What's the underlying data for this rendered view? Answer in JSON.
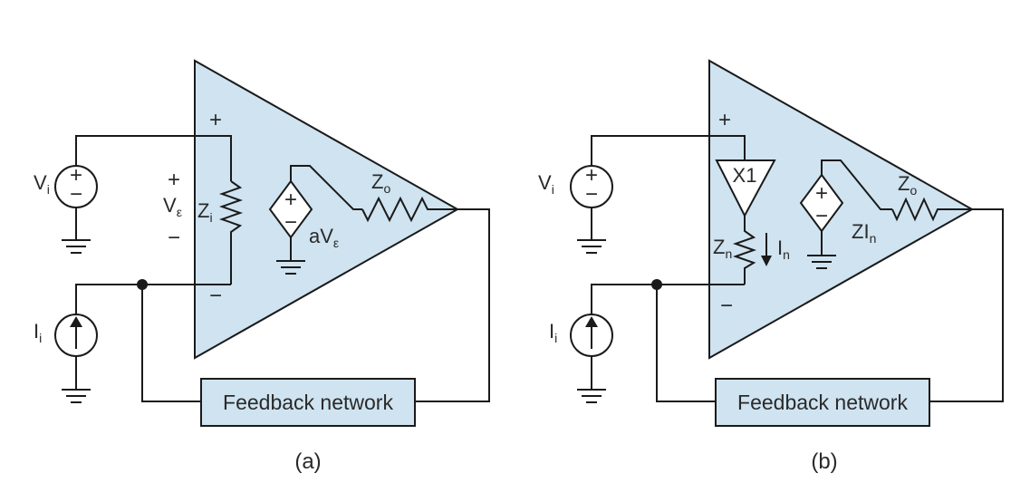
{
  "figure_a": {
    "caption": "(a)",
    "plus_input": "+",
    "minus_input": "−",
    "vi_main": "V",
    "vi_sub": "i",
    "ii_main": "I",
    "ii_sub": "i",
    "ve_plus": "+",
    "ve_main": "V",
    "ve_sub": "ε",
    "ve_minus": "−",
    "zi_main": "Z",
    "zi_sub": "i",
    "zo_main": "Z",
    "zo_sub": "o",
    "gain_main": "aV",
    "gain_sub": "ε",
    "feedback_label": "Feedback network"
  },
  "figure_b": {
    "caption": "(b)",
    "plus_input": "+",
    "minus_input": "−",
    "vi_main": "V",
    "vi_sub": "i",
    "ii_main": "I",
    "ii_sub": "i",
    "buffer_label": "X1",
    "zn_main": "Z",
    "zn_sub": "n",
    "in_main": "I",
    "in_sub": "n",
    "zo_main": "Z",
    "zo_sub": "o",
    "gain_main": "ZI",
    "gain_sub": "n",
    "feedback_label": "Feedback network"
  }
}
